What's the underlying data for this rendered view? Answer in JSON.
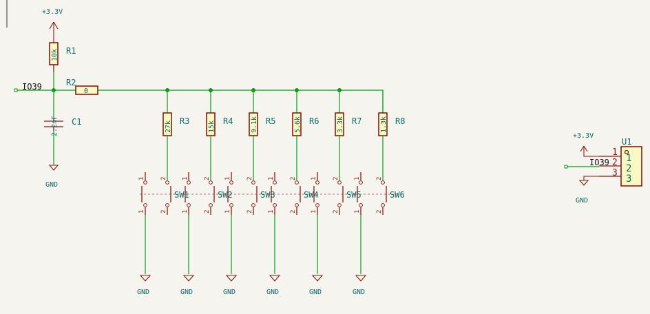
{
  "power": {
    "vcc_label": "+3.3V",
    "gnd_label": "GND"
  },
  "nets": {
    "input_net": "IO39"
  },
  "components": {
    "r1": {
      "ref": "R1",
      "value": "10k"
    },
    "r2": {
      "ref": "R2",
      "value": "0"
    },
    "c1": {
      "ref": "C1",
      "value": "2.2nF"
    },
    "ladder": [
      {
        "ref": "R3",
        "value": "27k",
        "sw": "SW1"
      },
      {
        "ref": "R4",
        "value": "15k",
        "sw": "SW2"
      },
      {
        "ref": "R5",
        "value": "9.1k",
        "sw": "SW3"
      },
      {
        "ref": "R6",
        "value": "5.6k",
        "sw": "SW4"
      },
      {
        "ref": "R7",
        "value": "3.3k",
        "sw": "SW5"
      },
      {
        "ref": "R8",
        "value": "1.3k",
        "sw": "SW6"
      }
    ],
    "u1": {
      "ref": "U1",
      "pins": [
        "1",
        "2",
        "3"
      ]
    }
  },
  "switch_pins": {
    "one": "1",
    "two": "2"
  },
  "colors": {
    "wire": "#0f9a1a",
    "component": "#8a1a12",
    "body_fill": "#fbf9c3",
    "label": "#0a6a6a",
    "background": "#f5f4ef"
  }
}
